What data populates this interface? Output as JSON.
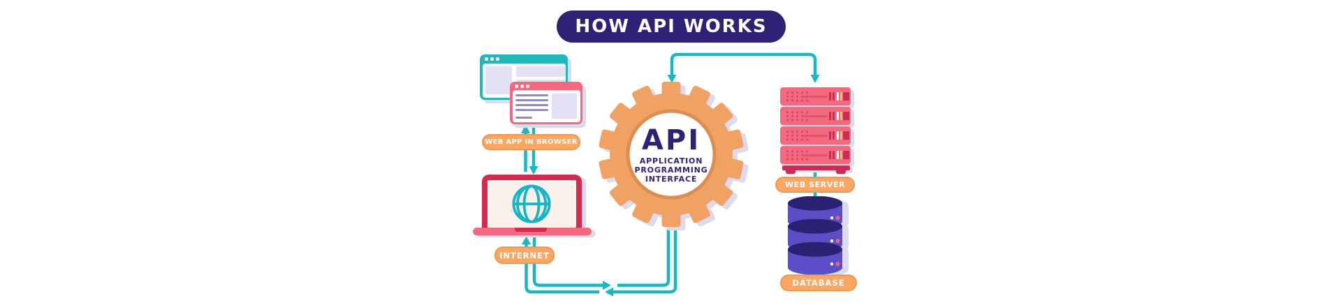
{
  "banner": {
    "label": "HOW API WORKS"
  },
  "gear": {
    "acronym": "API",
    "line1": "APPLICATION",
    "line2": "PROGRAMMING",
    "line3": "INTERFACE"
  },
  "labels": {
    "web_app": "WEB APP IN BROWSER",
    "internet": "INTERNET",
    "web_server": "WEB SERVER",
    "database": "DATABASE"
  },
  "colors": {
    "navy": "#2e2277",
    "flow_teal": "#17b8c4",
    "browser_teal": "#1fb9bd",
    "pink": "#f5697f",
    "crimson": "#d22a50",
    "gear_orange": "#f0a264",
    "gear_ring": "#de8d52",
    "label_orange": "#f9a763",
    "shadow_lavender": "#dcdaee",
    "content_block": "#e2e0f3",
    "text_line_purple": "#8f8ac2",
    "db_purple": "#5b4ec6",
    "db_top_navy": "#2a2173",
    "stripe_yellow": "#f6c14b",
    "server_base_red": "#cf2b52"
  }
}
